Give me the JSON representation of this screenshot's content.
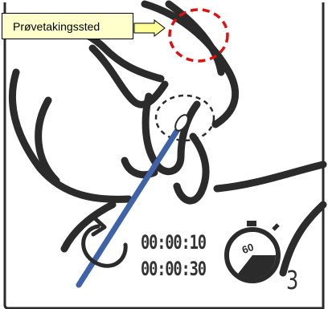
{
  "callout": {
    "label": "Prøvetakingssted"
  },
  "timers": {
    "first": "00:00:10",
    "second": "00:00:30"
  },
  "stopwatch": {
    "dial_label": "60"
  },
  "step": {
    "number": "3"
  },
  "colors": {
    "outline": "#2b2b2b",
    "swab": "#3f63a8",
    "target_circle": "#dd1111",
    "callout_fill": "#ffffcc",
    "arrow_fill": "#ffff99"
  }
}
